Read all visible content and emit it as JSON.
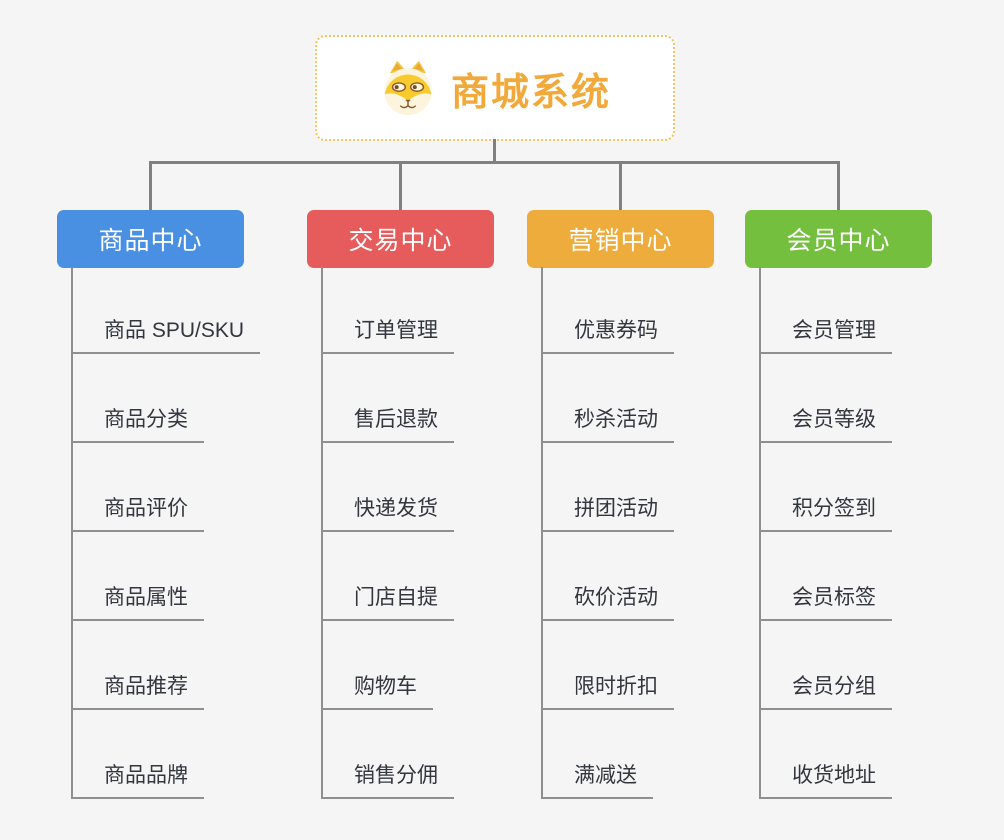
{
  "root": {
    "title": "商城系统",
    "icon": "dog-icon",
    "title_color": "#F2A93B",
    "border_color": "#F6C35E"
  },
  "connector_color": "#808080",
  "branches": [
    {
      "label": "商品中心",
      "color": "#4A90E2",
      "children": [
        "商品 SPU/SKU",
        "商品分类",
        "商品评价",
        "商品属性",
        "商品推荐",
        "商品品牌"
      ]
    },
    {
      "label": "交易中心",
      "color": "#E65C5C",
      "children": [
        "订单管理",
        "售后退款",
        "快递发货",
        "门店自提",
        "购物车",
        "销售分佣"
      ]
    },
    {
      "label": "营销中心",
      "color": "#EDAC3C",
      "children": [
        "优惠券码",
        "秒杀活动",
        "拼团活动",
        "砍价活动",
        "限时折扣",
        "满减送"
      ]
    },
    {
      "label": "会员中心",
      "color": "#74BF3E",
      "children": [
        "会员管理",
        "会员等级",
        "积分签到",
        "会员标签",
        "会员分组",
        "收货地址"
      ]
    }
  ]
}
